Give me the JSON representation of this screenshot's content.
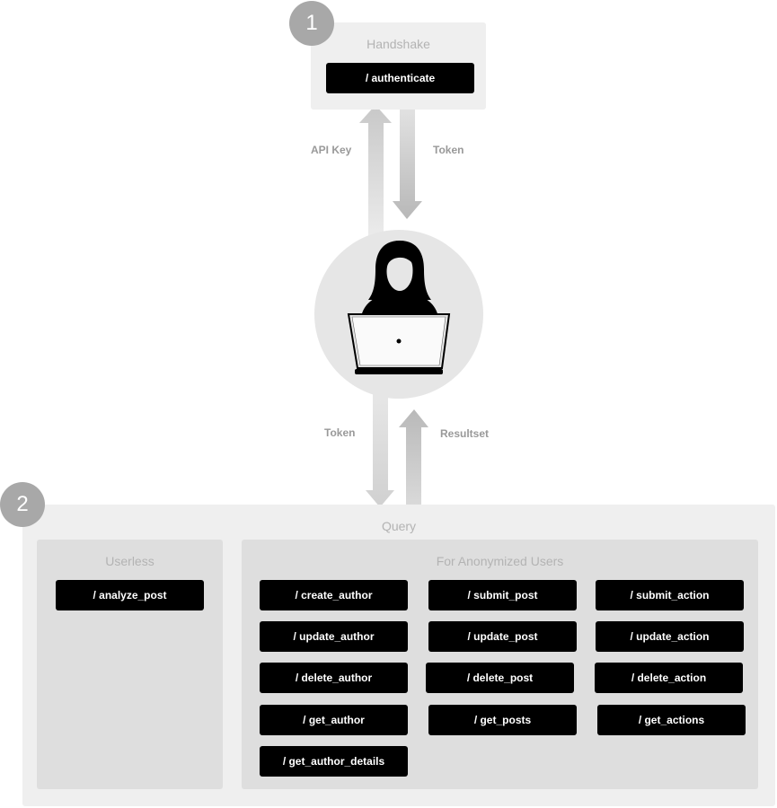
{
  "handshake": {
    "step_number": "1",
    "title": "Handshake",
    "endpoint": "/ authenticate"
  },
  "flows": {
    "api_key": "API Key",
    "token_down": "Token",
    "token_up": "Token",
    "resultset": "Resultset"
  },
  "query": {
    "step_number": "2",
    "title": "Query",
    "userless": {
      "title": "Userless",
      "endpoints": [
        "/ analyze_post"
      ]
    },
    "anonymized": {
      "title": "For Anonymized Users",
      "authors": [
        "/ create_author",
        "/ update_author",
        "/ delete_author",
        "/ get_author",
        "/ get_author_details"
      ],
      "posts": [
        "/ submit_post",
        "/ update_post",
        "/ delete_post",
        "/ get_posts"
      ],
      "actions": [
        "/ submit_action",
        "/ update_action",
        "/ delete_action",
        "/ get_actions"
      ]
    }
  },
  "icons": [
    "user-at-laptop-icon"
  ]
}
